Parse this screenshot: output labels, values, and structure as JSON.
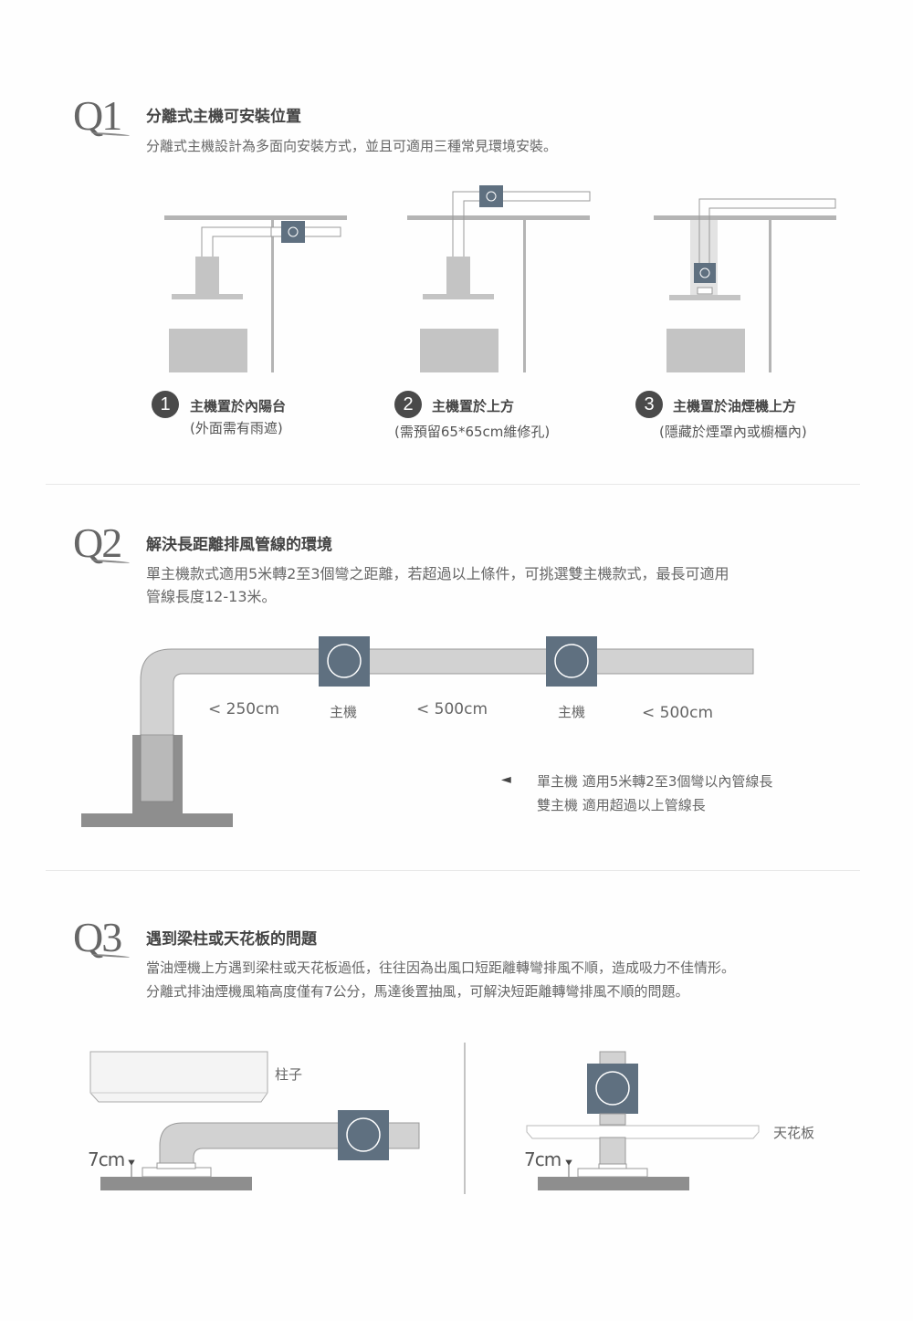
{
  "q1": {
    "mark": "Q1",
    "title": "分離式主機可安裝位置",
    "description": "分離式主機設計為多面向安裝方式，並且可適用三種常見環境安裝。",
    "options": [
      {
        "number": "1",
        "title": "主機置於內陽台",
        "note": "(外面需有雨遮)"
      },
      {
        "number": "2",
        "title": "主機置於上方",
        "note": "(需預留65*65cm維修孔)"
      },
      {
        "number": "3",
        "title": "主機置於油煙機上方",
        "note": "(隱藏於煙罩內或櫥櫃內)"
      }
    ]
  },
  "q2": {
    "mark": "Q2",
    "title": "解決長距離排風管線的環境",
    "description_line1": "單主機款式適用5米轉2至3個彎之距離，若超過以上條件，可挑選雙主機款式，最長可適用",
    "description_line2": "管線長度12-13米。",
    "diagram": {
      "segment1": "< 250cm",
      "unit1": "主機",
      "segment2": "< 500cm",
      "unit2": "主機",
      "segment3": "< 500cm"
    },
    "legend": {
      "arrow": "◄",
      "line1": "單主機 適用5米轉2至3個彎以內管線長",
      "line2": "雙主機 適用超過以上管線長"
    }
  },
  "q3": {
    "mark": "Q3",
    "title": "遇到梁柱或天花板的問題",
    "description_line1": "當油煙機上方遇到梁柱或天花板過低，往往因為出風口短距離轉彎排風不順，造成吸力不佳情形。",
    "description_line2": "分離式排油煙機風箱高度僅有7公分，馬達後置抽風，可解決短距離轉彎排風不順的問題。",
    "diagram_left": {
      "pillar_label": "柱子",
      "height_label": "7cm"
    },
    "diagram_right": {
      "ceiling_label": "天花板",
      "height_label": "7cm"
    }
  },
  "colors": {
    "unit": "#5f7080",
    "duct": "#d2d2d2",
    "structure": "#bdbdbd",
    "floor": "#8e8e8e",
    "badge": "#4a4a4a"
  }
}
